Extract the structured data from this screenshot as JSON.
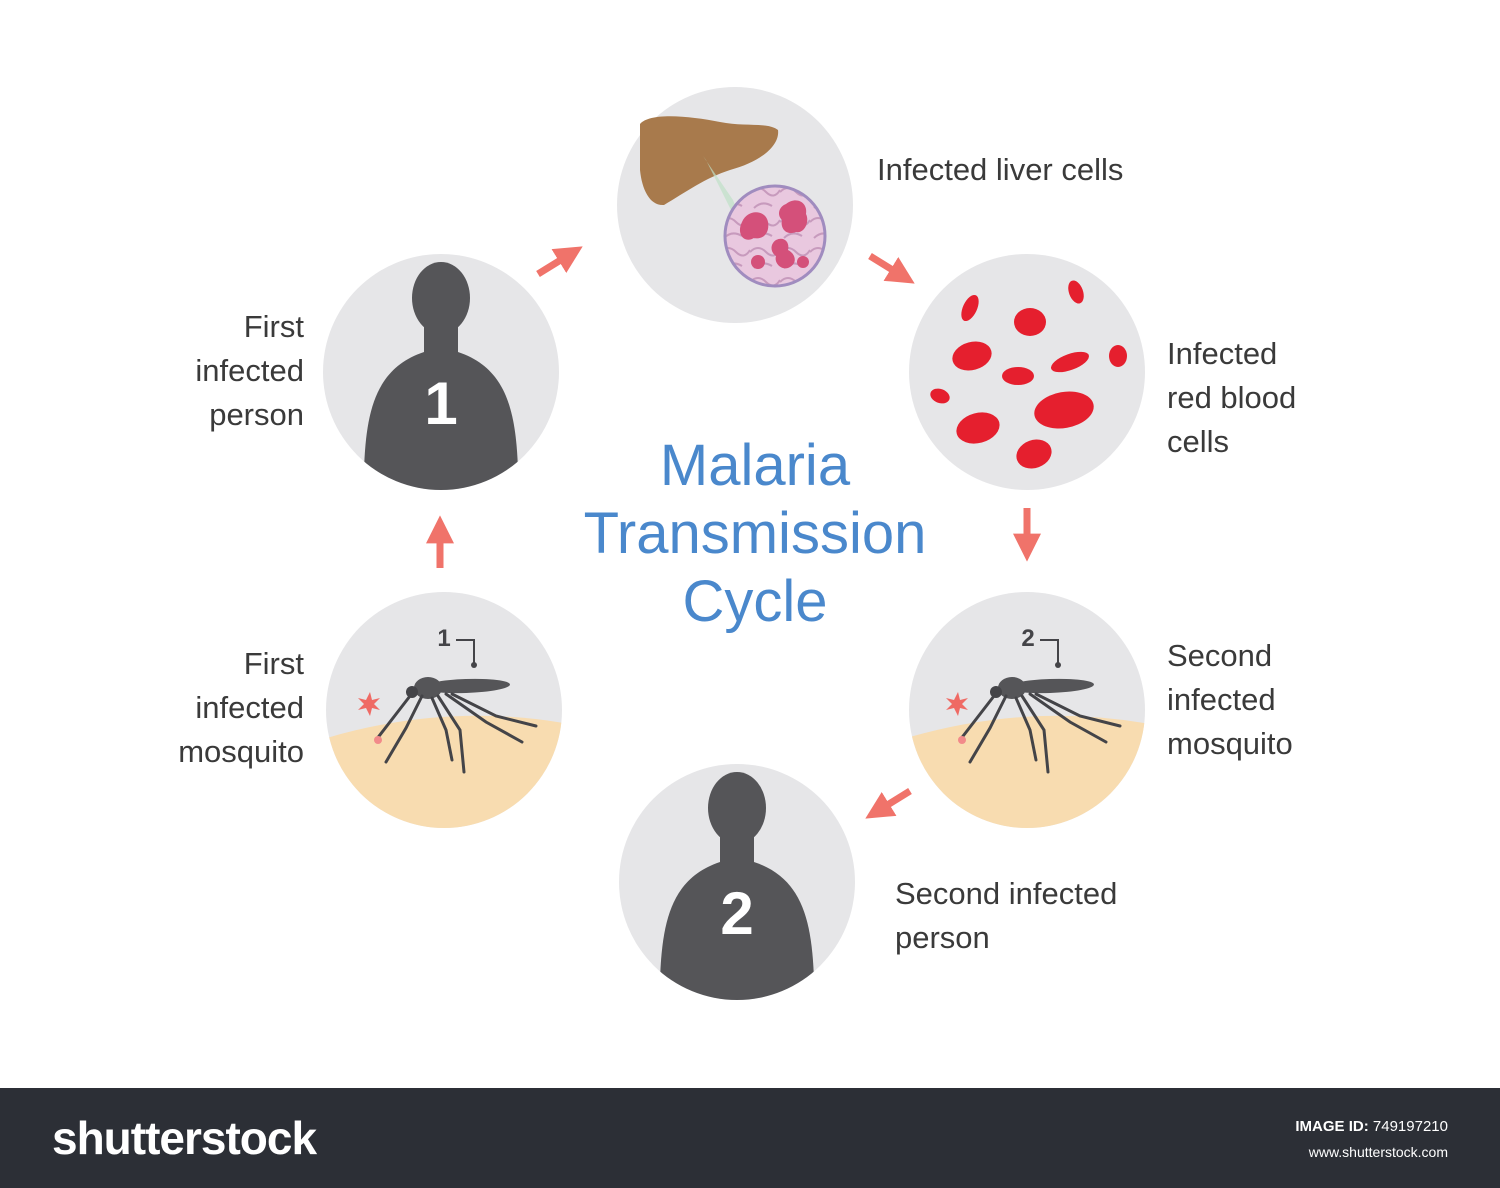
{
  "diagram": {
    "title_lines": [
      "Malaria",
      "Transmission",
      "Cycle"
    ],
    "stages": {
      "first_person": {
        "label_lines": [
          "First",
          "infected",
          "person"
        ],
        "badge": "1"
      },
      "liver": {
        "label_lines": [
          "Infected liver cells"
        ]
      },
      "blood": {
        "label_lines": [
          "Infected",
          "red blood",
          "cells"
        ]
      },
      "second_mosquito": {
        "label_lines": [
          "Second",
          "infected",
          "mosquito"
        ],
        "badge": "2"
      },
      "second_person": {
        "label_lines": [
          "Second infected",
          "person"
        ],
        "badge": "2"
      },
      "first_mosquito": {
        "label_lines": [
          "First",
          "infected",
          "mosquito"
        ],
        "badge": "1"
      }
    },
    "colors": {
      "title": "#4a88cc",
      "arrow": "#f0736a",
      "circle": "#e6e6e8",
      "silhouette": "#555558",
      "skin": "#f8dcb0",
      "blood": "#e51f2e",
      "liver": "#a87a4c"
    }
  },
  "footer": {
    "brand": "shutterstock",
    "image_id_label": "IMAGE ID:",
    "image_id": "749197210",
    "site": "www.shutterstock.com"
  }
}
